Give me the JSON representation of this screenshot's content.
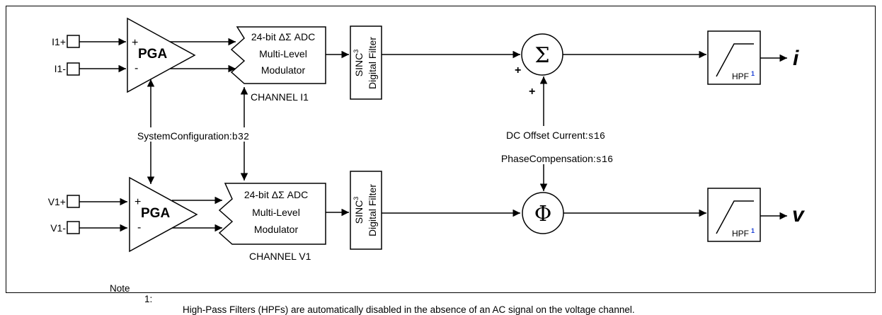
{
  "inputs": {
    "i1_plus": "I1+",
    "i1_minus": "I1-",
    "v1_plus": "V1+",
    "v1_minus": "V1-"
  },
  "pga": {
    "label": "PGA",
    "plus": "+",
    "minus": "-"
  },
  "adc": {
    "line1": "24-bit ΔΣ ADC",
    "line2": "Multi-Level",
    "line3": "Modulator",
    "channel_i1": "CHANNEL I1",
    "channel_v1": "CHANNEL V1"
  },
  "filter": {
    "sinc": "SINC",
    "sinc_exp": "3",
    "digital": "Digital Filter"
  },
  "summer": {
    "symbol": "Σ",
    "plus_left": "+",
    "plus_bottom": "+"
  },
  "phase": {
    "symbol": "Φ"
  },
  "registers": {
    "system_config_name": "SystemConfiguration:",
    "system_config_type": "b32",
    "dc_offset_name": "DC Offset Current:",
    "dc_offset_type": "s16",
    "phase_comp_name": "PhaseCompensation:",
    "phase_comp_type": "s16"
  },
  "hpf": {
    "label": "HPF",
    "ref": "1"
  },
  "outputs": {
    "current": "i",
    "voltage": "v"
  },
  "note": {
    "prefix": "Note",
    "number": "1:",
    "text": "High-Pass Filters (HPFs) are automatically disabled in the absence of an AC signal on the voltage channel."
  },
  "colors": {
    "stroke": "#000000",
    "footnote_ref": "#1a3fd6"
  }
}
